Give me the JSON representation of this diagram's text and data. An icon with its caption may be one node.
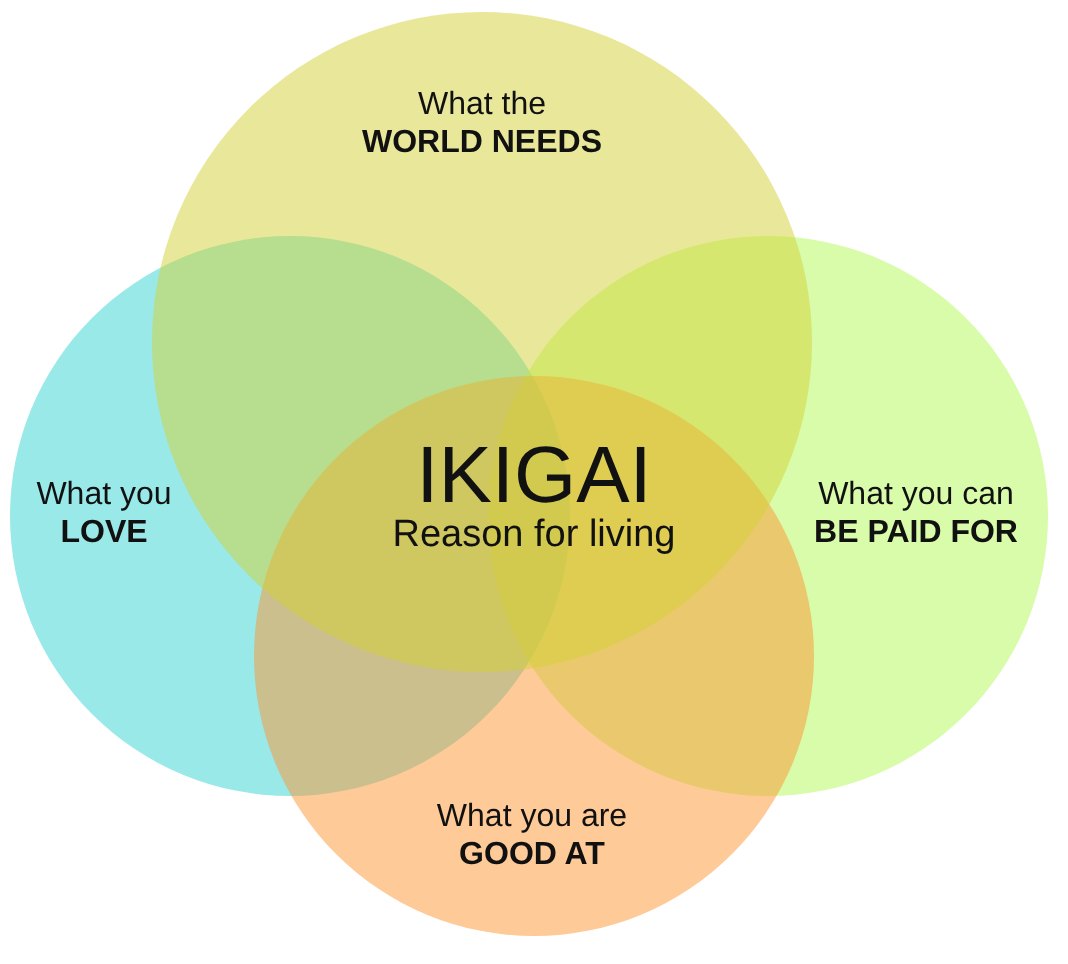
{
  "diagram": {
    "nodes": [
      {
        "text": [
          "What the **WORLD NEEDS**"
        ]
      },
      {
        "text": [
          "What you **LOVE**"
        ]
      },
      {
        "text": [
          "What you can **BE PAID FOR**"
        ]
      },
      {
        "text": [
          "What you are **GOOD AT**"
        ]
      }
    ],
    "labels": [
      "IKIGAI",
      "Reason for living"
    ]
  }
}
